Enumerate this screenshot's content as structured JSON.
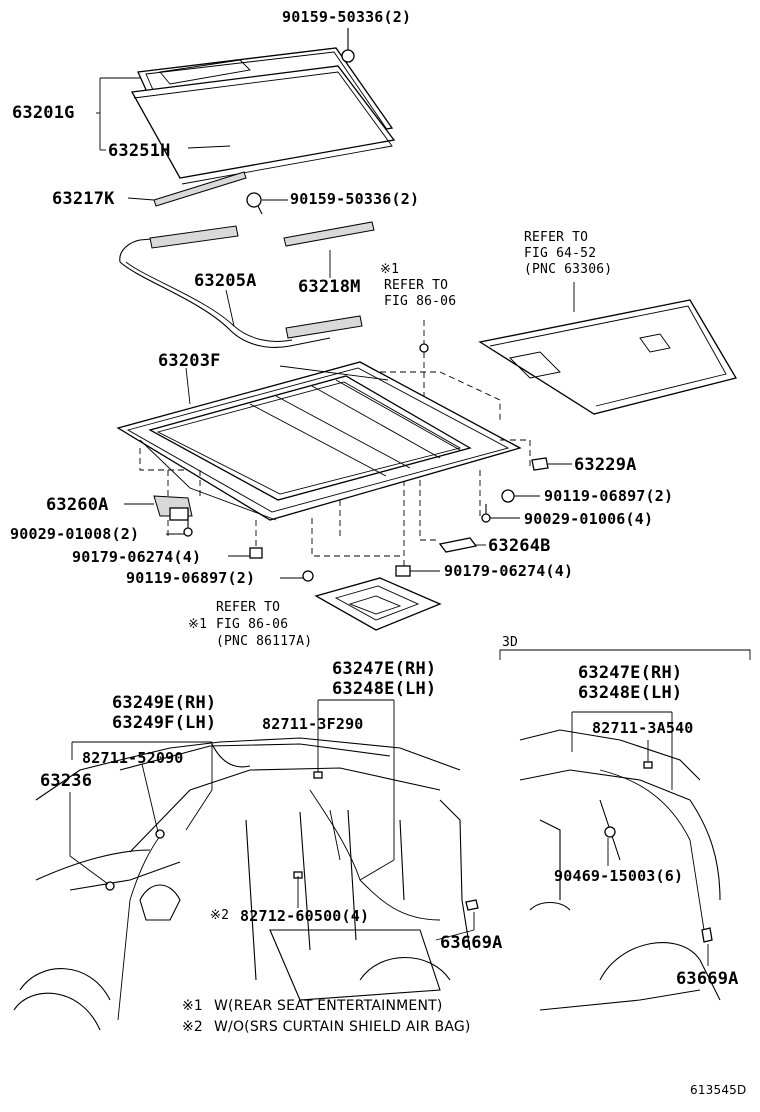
{
  "figure_id": "613545D",
  "section_3d": "3D",
  "top_labels": {
    "bolt_top": "90159-50336(2)",
    "glass_assy": "63201G",
    "weatherstrip": "63251H",
    "rail_left": "63217K",
    "bolt_mid": "90159-50336(2)",
    "drive_cable": "63205A",
    "rail_right": "63218M",
    "refer_shade_1": "REFER TO",
    "refer_shade_2": "FIG 64-52",
    "refer_shade_3": "(PNC 63306)",
    "note_mark_1": "※1",
    "refer_top_1": "REFER TO",
    "refer_top_2": "FIG 86-06",
    "housing": "63203F",
    "bracket": "63229A",
    "motor": "63260A",
    "screw_right_1": "90119-06897(2)",
    "screw_right_2": "90029-01006(4)",
    "screw_left_1": "90029-01008(2)",
    "nut_left": "90179-06274(4)",
    "screw_left_2": "90119-06897(2)",
    "clip": "63264B",
    "nut_right": "90179-06274(4)",
    "refer_bot_1": "REFER TO",
    "refer_bot_2": "FIG 86-06",
    "refer_bot_3": "(PNC 86117A)",
    "note_mark_bot": "※1"
  },
  "left_car": {
    "hose_rh": "63247E(RH)",
    "hose_lh": "63248E(LH)",
    "front_rh": "63249E(RH)",
    "front_lh": "63249F(LH)",
    "clamp_rear": "82711-3F290",
    "clamp_front": "82711-52090",
    "grommet": "63236",
    "note_mark": "※2",
    "clamp_mid": "82712-60500(4)",
    "drain": "63669A"
  },
  "right_car": {
    "hose_rh": "63247E(RH)",
    "hose_lh": "63248E(LH)",
    "clamp": "82711-3A540",
    "clip": "90469-15003(6)",
    "drain": "63669A"
  },
  "notes": [
    {
      "mark": "※1",
      "text": "W(REAR SEAT ENTERTAINMENT)"
    },
    {
      "mark": "※2",
      "text": "W/O(SRS CURTAIN SHIELD AIR BAG)"
    }
  ]
}
